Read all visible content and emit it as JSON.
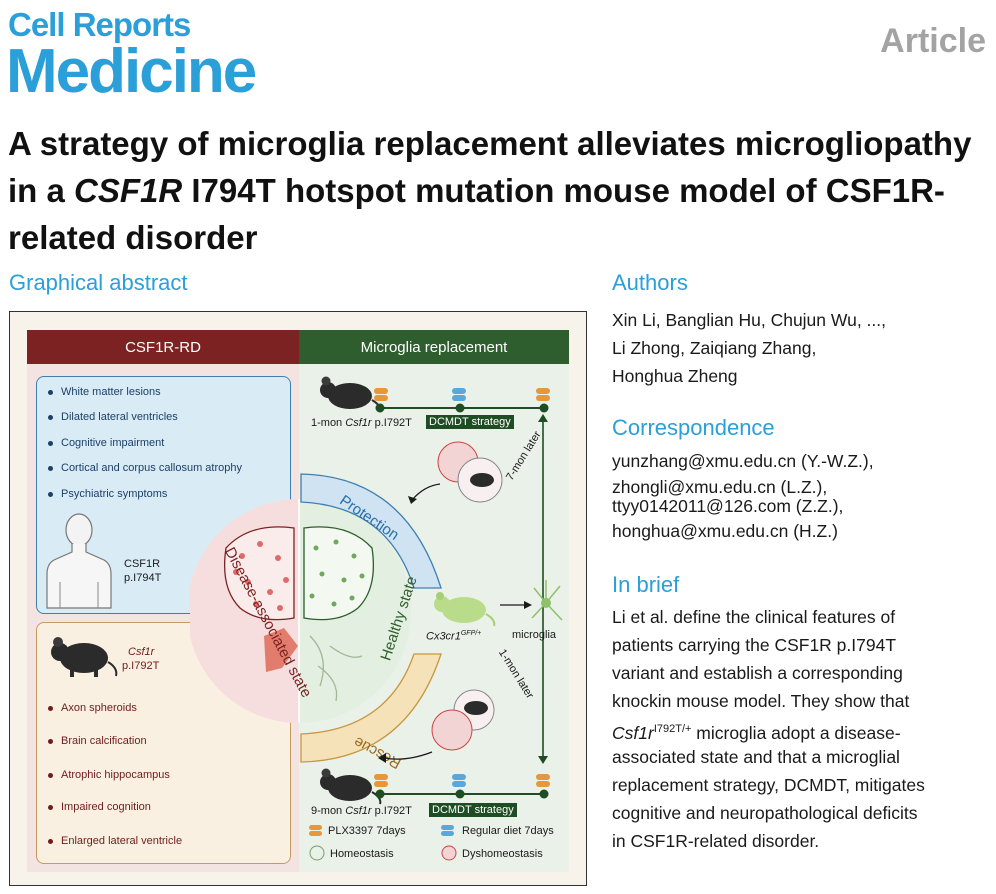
{
  "journal": {
    "line1": "Cell Reports",
    "line2": "Medicine",
    "article_type": "Article"
  },
  "title": {
    "part1": "A strategy of microglia replacement alleviates microgliopathy in a ",
    "italic": "CSF1R",
    "part2": " I794T hotspot mutation mouse model of CSF1R-related disorder"
  },
  "graphical_abstract": {
    "heading": "Graphical abstract",
    "left_header": "CSF1R-RD",
    "right_header": "Microglia replacement",
    "symptoms": [
      "White matter lesions",
      "Dilated lateral ventricles",
      "Cognitive impairment",
      "Cortical and corpus callosum atrophy",
      "Psychiatric symptoms"
    ],
    "human_gene": "CSF1R",
    "human_variant": "p.I794T",
    "mouse_gene": "Csf1r",
    "mouse_variant": "p.I792T",
    "mouse_features": [
      "Axon spheroids",
      "Brain calcification",
      "Atrophic hippocampus",
      "Impaired cognition",
      "Enlarged lateral ventricle"
    ],
    "state_left": "Disease-associated state",
    "state_right": "Healthy state",
    "arc_top": "Protection",
    "arc_bottom": "Rescue",
    "timeline_top": {
      "age": "1-mon",
      "gene": "Csf1r",
      "variant": "p.I792T",
      "badge": "DCMDT strategy"
    },
    "timeline_bottom": {
      "age": "9-mon",
      "gene": "Csf1r",
      "variant": "p.I792T",
      "badge": "DCMDT strategy"
    },
    "later_top": "7-mon later",
    "later_bottom": "1-mon later",
    "donor": "Cx3cr1",
    "donor_sup": "GFP/+",
    "microglia": "microglia",
    "legend": {
      "plx": "PLX3397 7days",
      "diet": "Regular diet 7days",
      "homeostasis": "Homeostasis",
      "dyshomeostasis": "Dyshomeostasis"
    },
    "colors": {
      "disease": "#7c2222",
      "healthy": "#2e5d2e",
      "accent": "#2a9fd8"
    }
  },
  "authors": {
    "heading": "Authors",
    "lines": [
      "Xin Li, Banglian Hu, Chujun Wu, ...,",
      "Li Zhong, Zaiqiang Zhang,",
      "Honghua Zheng"
    ]
  },
  "correspondence": {
    "heading": "Correspondence",
    "lines": [
      "yunzhang@xmu.edu.cn (Y.-W.Z.),",
      "zhongli@xmu.edu.cn (L.Z.),",
      "ttyy0142011@126.com (Z.Z.),",
      "honghua@xmu.edu.cn (H.Z.)"
    ]
  },
  "in_brief": {
    "heading": "In brief",
    "line1": "Li et al. define the clinical features of",
    "line2": "patients carrying the CSF1R p.I794T",
    "line3": "variant and establish a corresponding",
    "line4": "knockin mouse model. They show that",
    "gene": "Csf1r",
    "sup": "I792T/+",
    "line5_rest": " microglia adopt a disease-",
    "line6": "associated state and that a microglial",
    "line7": "replacement strategy, DCMDT, mitigates",
    "line8": "cognitive and neuropathological deficits",
    "line9": "in CSF1R-related disorder."
  }
}
